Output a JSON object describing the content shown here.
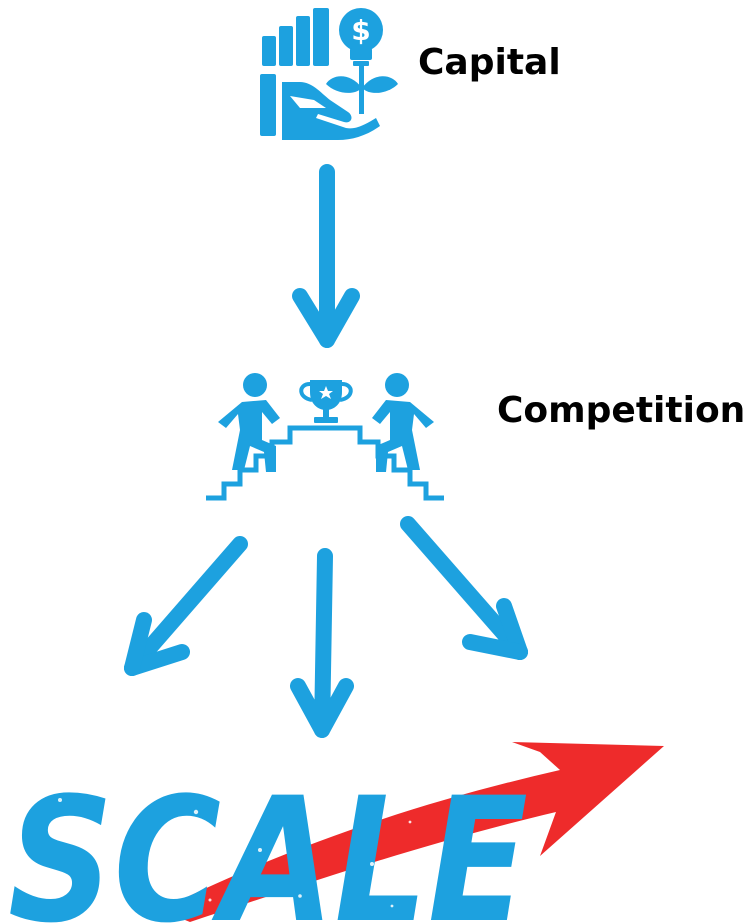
{
  "nodes": {
    "capital": {
      "label": "Capital",
      "icon": "money-growth-hand-icon"
    },
    "competition": {
      "label": "Competition",
      "icon": "competition-podium-icon"
    }
  },
  "result": {
    "word": "SCALE",
    "icon": "trend-arrow-icon"
  },
  "colors": {
    "accent_blue": "#1DA1DF",
    "accent_red": "#EE2B2B",
    "label_text": "#000000",
    "background": "#FFFFFF"
  }
}
